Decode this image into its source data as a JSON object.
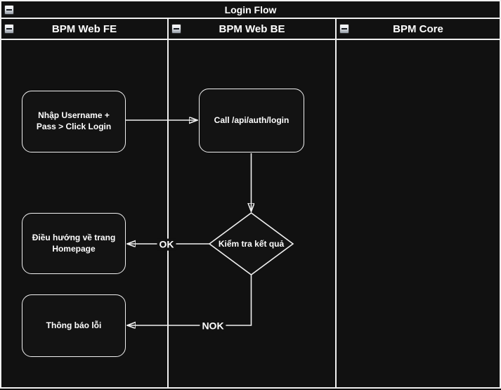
{
  "diagram": {
    "title": "Login Flow",
    "lanes": [
      {
        "id": "bpm-web-fe",
        "label": "BPM Web FE"
      },
      {
        "id": "bpm-web-be",
        "label": "BPM Web BE"
      },
      {
        "id": "bpm-core",
        "label": "BPM Core"
      }
    ],
    "nodes": {
      "input_login": {
        "label": "Nhập Username + Pass > Click Login",
        "lane": "BPM Web FE",
        "type": "rounded-rect"
      },
      "call_api": {
        "label": "Call /api/auth/login",
        "lane": "BPM Web BE",
        "type": "rounded-rect"
      },
      "check_result": {
        "label": "Kiểm tra kết quả",
        "lane": "BPM Web BE",
        "type": "decision-diamond"
      },
      "go_homepage": {
        "label": "Điều hướng về trang Homepage",
        "lane": "BPM Web FE",
        "type": "rounded-rect"
      },
      "show_error": {
        "label": "Thông báo lỗi",
        "lane": "BPM Web FE",
        "type": "rounded-rect"
      }
    },
    "edge_labels": {
      "ok": "OK",
      "nok": "NOK"
    },
    "icons": {
      "pool_collapse": "minus",
      "lane_collapse": "minus"
    },
    "colors": {
      "canvas": "#0d0d0d",
      "lane_fill": "#111111",
      "shape_fill": "#131313",
      "stroke": "#f0f0f0",
      "text": "#ffffff"
    }
  }
}
